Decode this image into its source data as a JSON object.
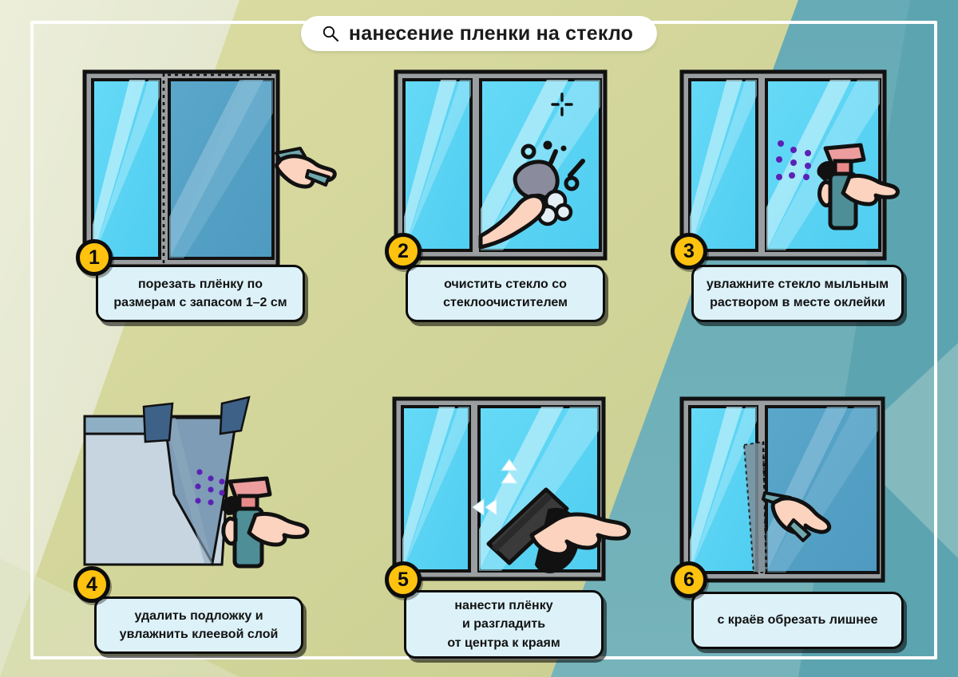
{
  "title": {
    "text": "нанесение пленки на стекло",
    "icon": "search-icon"
  },
  "colors": {
    "badge": "#FFC20E",
    "caption_bg": "#DCF1F8",
    "outline": "#0c0c0c",
    "bg_teal": "#5CA4B0",
    "bg_olive": "#D3D596",
    "bg_cream": "#E6E8CE",
    "glass_light": "#62D7F4",
    "glass_film": "#53A0C4",
    "frame_gray": "#8E9294",
    "skin": "#FBD3BE",
    "spray_pink": "#EC9D9D",
    "spray_teal": "#4E8E97",
    "droplet_purple": "#5B21B6",
    "tape_blue": "#3D6187",
    "squeegee_dark": "#3A3A3A",
    "backing_gray": "#C3D3DE"
  },
  "steps": [
    {
      "number": "1",
      "caption": "порезать плёнку по\nразмерам с запасом 1–2 см",
      "art": "window-film-cut",
      "icons": [
        "window-icon",
        "hand-with-cutter-icon",
        "dashed-cut-line"
      ]
    },
    {
      "number": "2",
      "caption": "очистить стекло со\nстеклоочистителем",
      "art": "window-clean-sponge",
      "icons": [
        "window-icon",
        "hand-with-sponge-icon",
        "foam-bubbles-icon",
        "sparkle-icon"
      ]
    },
    {
      "number": "3",
      "caption": "увлажните стекло мыльным\nраствором в месте оклейки",
      "art": "window-spray",
      "icons": [
        "window-icon",
        "spray-bottle-icon",
        "hand-icon",
        "droplets-icon"
      ]
    },
    {
      "number": "4",
      "caption": "удалить подложку и\nувлажнить клеевой слой",
      "art": "film-peel-backing",
      "icons": [
        "film-sheet-icon",
        "tape-tab-icon",
        "spray-bottle-icon",
        "hand-icon",
        "droplets-icon"
      ]
    },
    {
      "number": "5",
      "caption": "нанести плёнку\nи разгладить\nот центра к краям",
      "art": "window-squeegee",
      "icons": [
        "window-icon",
        "squeegee-icon",
        "hand-icon",
        "arrow-up-icon",
        "arrow-left-icon",
        "arrow-down-icon"
      ]
    },
    {
      "number": "6",
      "caption": "с краёв обрезать лишнее",
      "art": "window-trim-edges",
      "icons": [
        "window-icon",
        "hand-with-cutter-icon",
        "dashed-cut-line"
      ]
    }
  ]
}
